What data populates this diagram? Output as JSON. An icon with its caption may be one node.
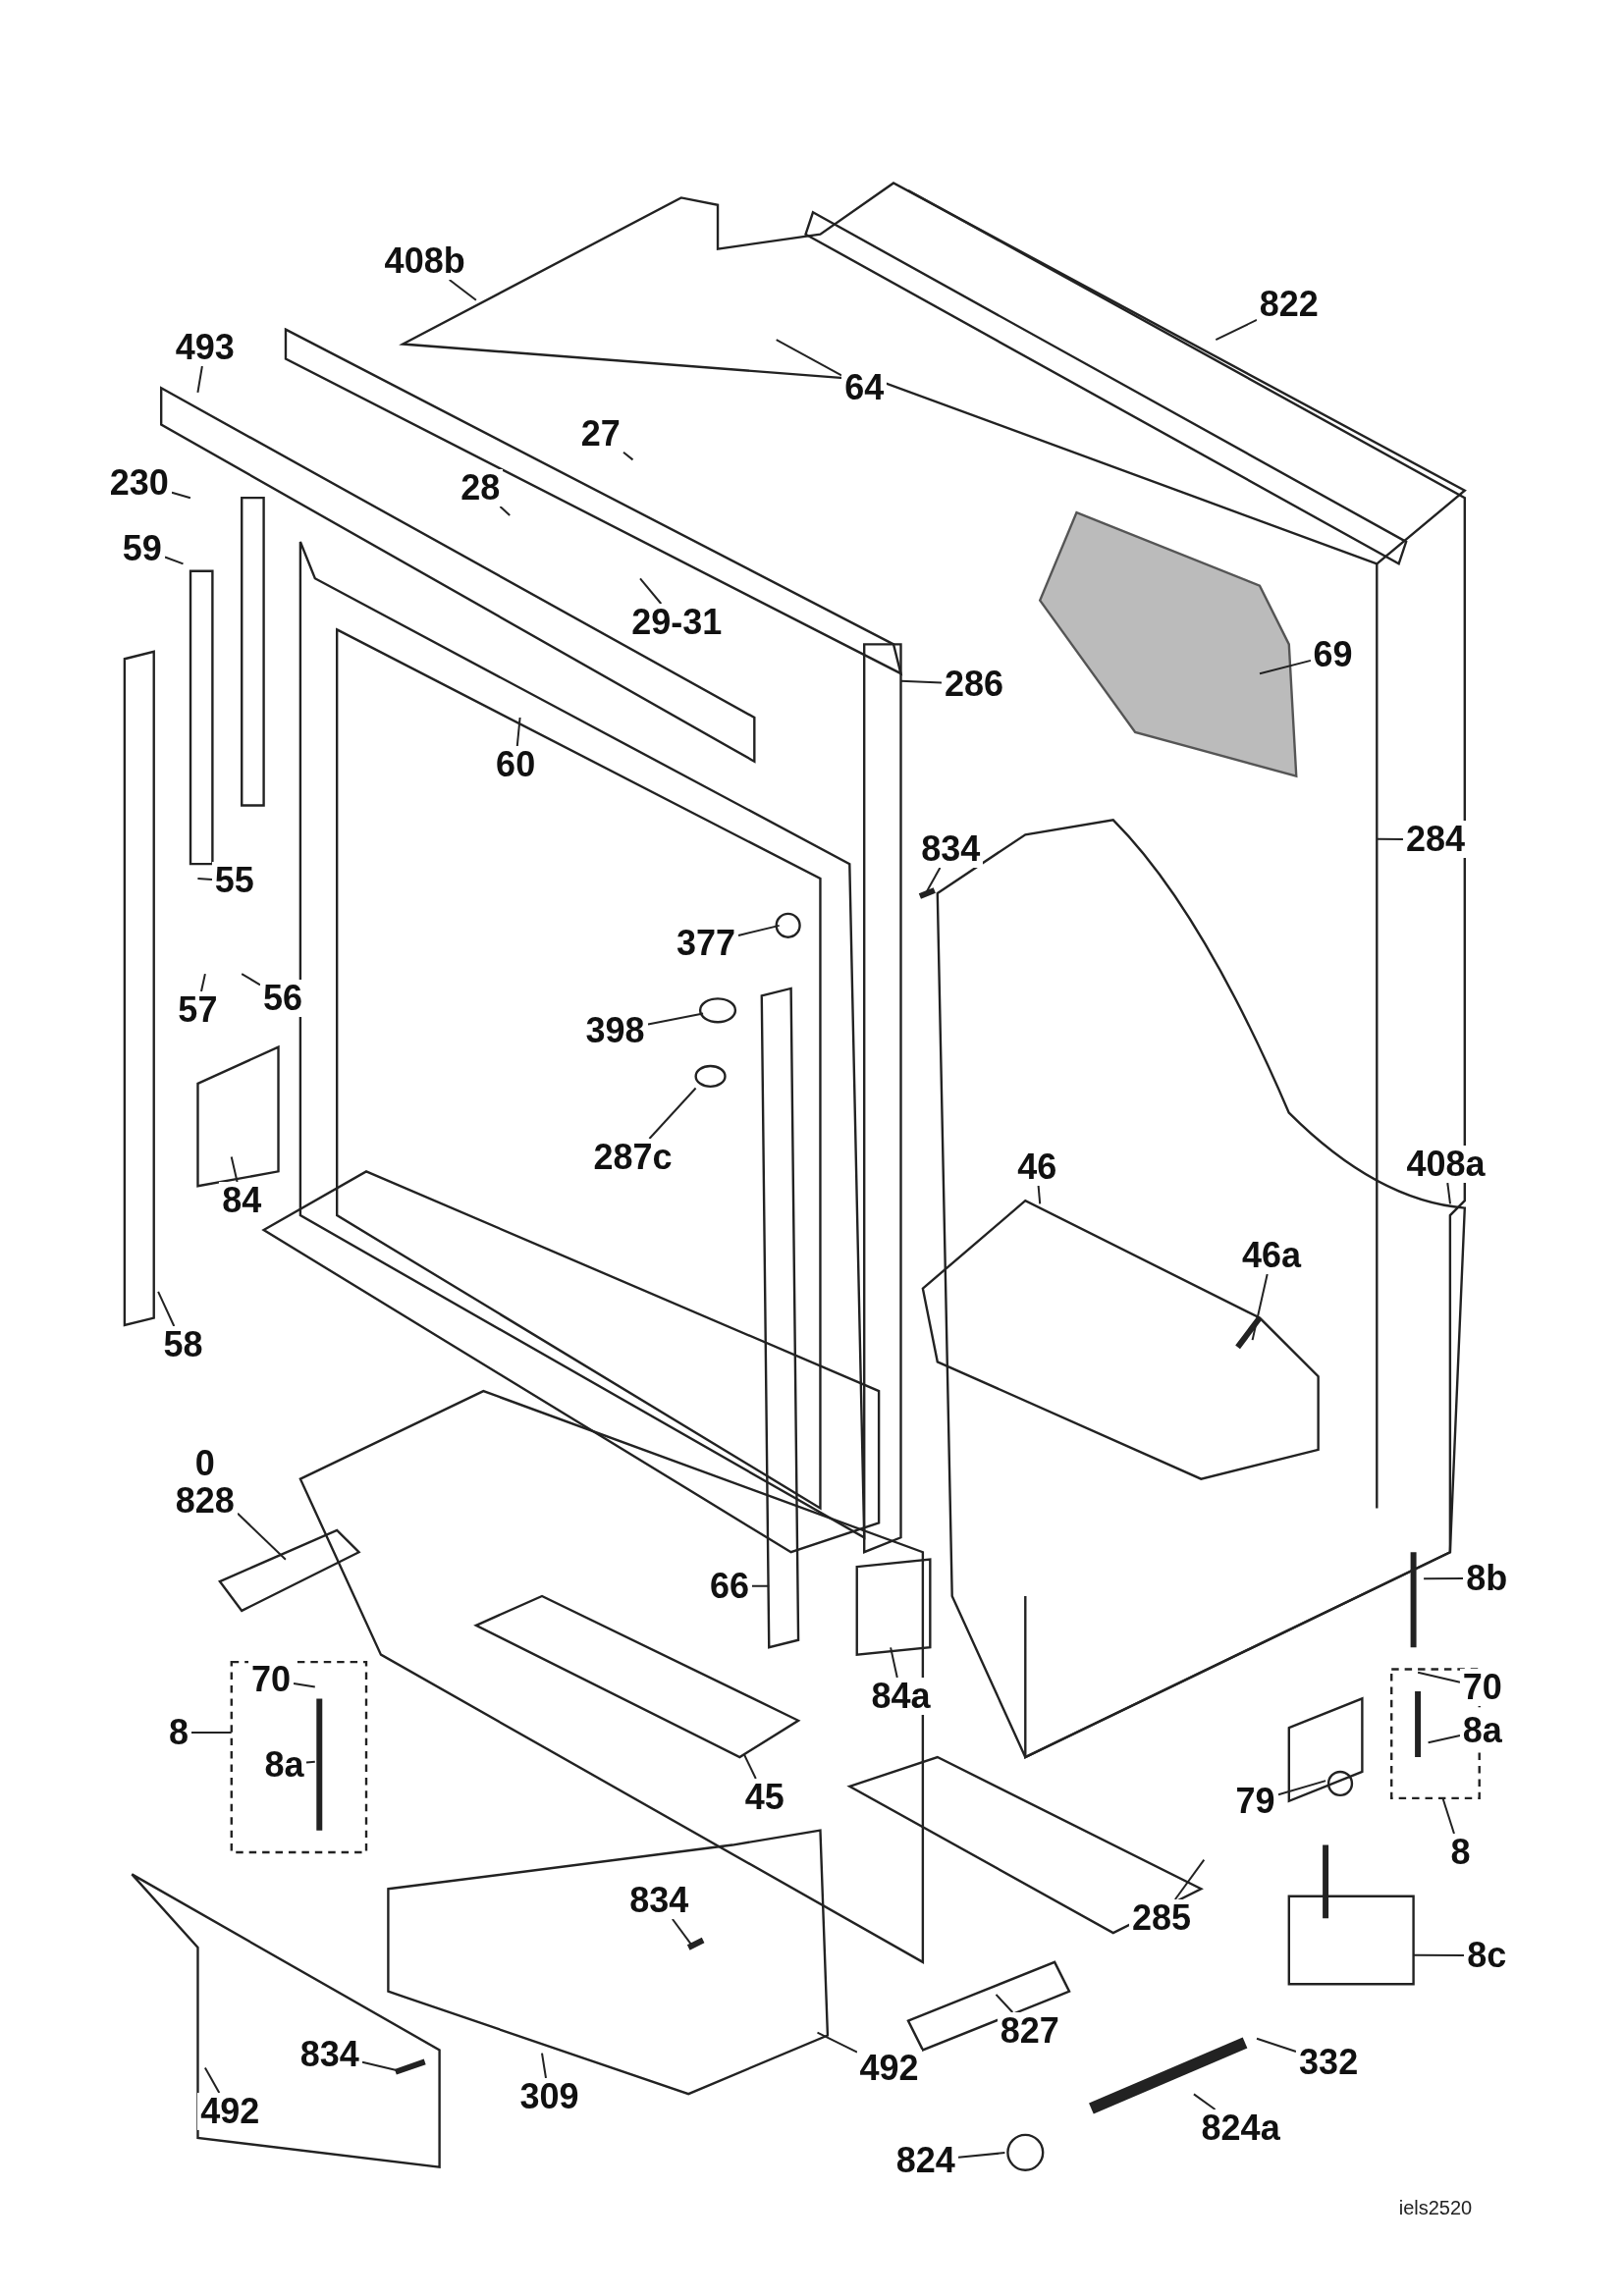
{
  "diagram": {
    "nodes": [
      {
        "text": [
          "408b"
        ]
      },
      {
        "text": [
          "822"
        ]
      },
      {
        "text": [
          "493"
        ]
      },
      {
        "text": [
          "64"
        ]
      },
      {
        "text": [
          "27"
        ]
      },
      {
        "text": [
          "230"
        ]
      },
      {
        "text": [
          "28"
        ]
      },
      {
        "text": [
          "59"
        ]
      },
      {
        "text": [
          "29-31"
        ]
      },
      {
        "text": [
          "286"
        ]
      },
      {
        "text": [
          "69"
        ]
      },
      {
        "text": [
          "60"
        ]
      },
      {
        "text": [
          "834"
        ]
      },
      {
        "text": [
          "284"
        ]
      },
      {
        "text": [
          "55"
        ]
      },
      {
        "text": [
          "377"
        ]
      },
      {
        "text": [
          "57"
        ]
      },
      {
        "text": [
          "56"
        ]
      },
      {
        "text": [
          "398"
        ]
      },
      {
        "text": [
          "287c"
        ]
      },
      {
        "text": [
          "84"
        ]
      },
      {
        "text": [
          "46"
        ]
      },
      {
        "text": [
          "408a"
        ]
      },
      {
        "text": [
          "46a"
        ]
      },
      {
        "text": [
          "58"
        ]
      },
      {
        "text": [
          "0",
          "828"
        ]
      },
      {
        "text": [
          "66"
        ]
      },
      {
        "text": [
          "8b"
        ]
      },
      {
        "text": [
          "84a"
        ]
      },
      {
        "text": [
          "70"
        ]
      },
      {
        "text": [
          "8"
        ]
      },
      {
        "text": [
          "8a"
        ]
      },
      {
        "text": [
          "70"
        ]
      },
      {
        "text": [
          "8a"
        ]
      },
      {
        "text": [
          "8"
        ]
      },
      {
        "text": [
          "45"
        ]
      },
      {
        "text": [
          "79"
        ]
      },
      {
        "text": [
          "834"
        ]
      },
      {
        "text": [
          "285"
        ]
      },
      {
        "text": [
          "8c"
        ]
      },
      {
        "text": [
          "827"
        ]
      },
      {
        "text": [
          "332"
        ]
      },
      {
        "text": [
          "834"
        ]
      },
      {
        "text": [
          "492"
        ]
      },
      {
        "text": [
          "492"
        ]
      },
      {
        "text": [
          "309"
        ]
      },
      {
        "text": [
          "824a"
        ]
      },
      {
        "text": [
          "824"
        ]
      }
    ],
    "edges": [
      {
        "from": 0,
        "to": null,
        "arrow": "none"
      },
      {
        "from": 1,
        "to": null,
        "arrow": "none"
      },
      {
        "from": 2,
        "to": null,
        "arrow": "none"
      },
      {
        "from": 3,
        "to": null,
        "arrow": "none"
      },
      {
        "from": 4,
        "to": null,
        "arrow": "none"
      },
      {
        "from": 5,
        "to": null,
        "arrow": "none"
      },
      {
        "from": 6,
        "to": null,
        "arrow": "none"
      },
      {
        "from": 7,
        "to": null,
        "arrow": "none"
      },
      {
        "from": 8,
        "to": null,
        "arrow": "none"
      },
      {
        "from": 9,
        "to": null,
        "arrow": "none"
      },
      {
        "from": 10,
        "to": null,
        "arrow": "none"
      },
      {
        "from": 11,
        "to": null,
        "arrow": "none"
      },
      {
        "from": 12,
        "to": null,
        "arrow": "none"
      },
      {
        "from": 13,
        "to": null,
        "arrow": "none"
      },
      {
        "from": 14,
        "to": null,
        "arrow": "none"
      },
      {
        "from": 15,
        "to": null,
        "arrow": "none"
      },
      {
        "from": 16,
        "to": null,
        "arrow": "none"
      },
      {
        "from": 17,
        "to": null,
        "arrow": "none"
      },
      {
        "from": 18,
        "to": null,
        "arrow": "none"
      },
      {
        "from": 19,
        "to": null,
        "arrow": "none"
      },
      {
        "from": 20,
        "to": null,
        "arrow": "none"
      },
      {
        "from": 21,
        "to": null,
        "arrow": "none"
      },
      {
        "from": 22,
        "to": null,
        "arrow": "none"
      },
      {
        "from": 23,
        "to": null,
        "arrow": "none"
      },
      {
        "from": 24,
        "to": null,
        "arrow": "none"
      },
      {
        "from": 25,
        "to": null,
        "arrow": "none"
      },
      {
        "from": 26,
        "to": null,
        "arrow": "none"
      },
      {
        "from": 27,
        "to": null,
        "arrow": "none"
      },
      {
        "from": 28,
        "to": null,
        "arrow": "none"
      },
      {
        "from": 29,
        "to": null,
        "arrow": "none"
      },
      {
        "from": 30,
        "to": null,
        "arrow": "none"
      },
      {
        "from": 31,
        "to": null,
        "arrow": "none"
      },
      {
        "from": 32,
        "to": null,
        "arrow": "none"
      },
      {
        "from": 33,
        "to": null,
        "arrow": "none"
      },
      {
        "from": 34,
        "to": null,
        "arrow": "none"
      },
      {
        "from": 35,
        "to": null,
        "arrow": "none"
      },
      {
        "from": 36,
        "to": null,
        "arrow": "none"
      },
      {
        "from": 37,
        "to": null,
        "arrow": "none"
      },
      {
        "from": 38,
        "to": null,
        "arrow": "none"
      },
      {
        "from": 39,
        "to": null,
        "arrow": "none"
      },
      {
        "from": 40,
        "to": null,
        "arrow": "none"
      },
      {
        "from": 41,
        "to": null,
        "arrow": "none"
      },
      {
        "from": 42,
        "to": null,
        "arrow": "none"
      },
      {
        "from": 43,
        "to": null,
        "arrow": "none"
      },
      {
        "from": 44,
        "to": null,
        "arrow": "none"
      },
      {
        "from": 45,
        "to": null,
        "arrow": "none"
      },
      {
        "from": 46,
        "to": null,
        "arrow": "none"
      },
      {
        "from": 47,
        "to": null,
        "arrow": "none"
      }
    ],
    "labels": [
      "iels2520"
    ]
  }
}
